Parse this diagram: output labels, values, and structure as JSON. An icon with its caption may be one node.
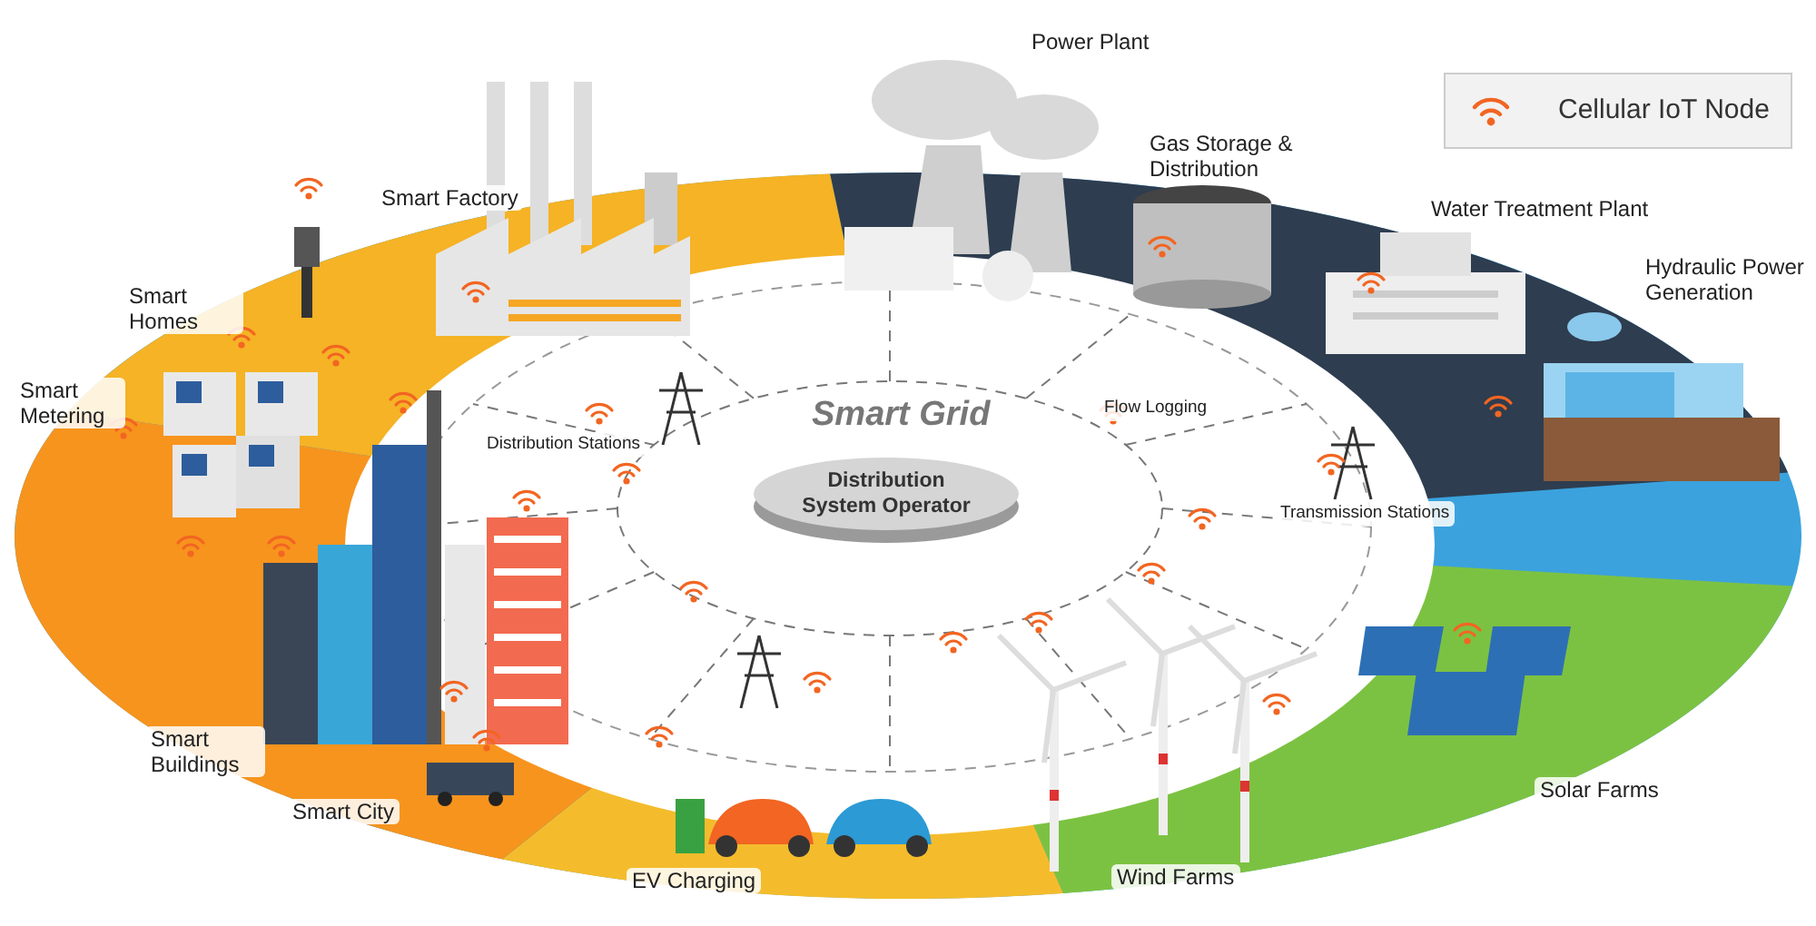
{
  "diagram": {
    "nodes": [
      {
        "text": [
          "Distribution System Operator"
        ]
      }
    ],
    "edges": [],
    "labels": [
      "Power Plant",
      "Gas Storage & Distribution",
      "Smart Factory",
      "Water Treatment Plant",
      "Smart Homes",
      "Hydraulic Power Generation",
      "Smart Metering",
      "Smart Grid",
      "Flow Logging",
      "Distribution Stations",
      "Transmission Stations",
      "Smart Buildings",
      "Smart City",
      "Solar Farms",
      "EV Charging",
      "Wind Farms"
    ],
    "legend": [
      {
        "text": "Cellular IoT Node"
      }
    ]
  }
}
